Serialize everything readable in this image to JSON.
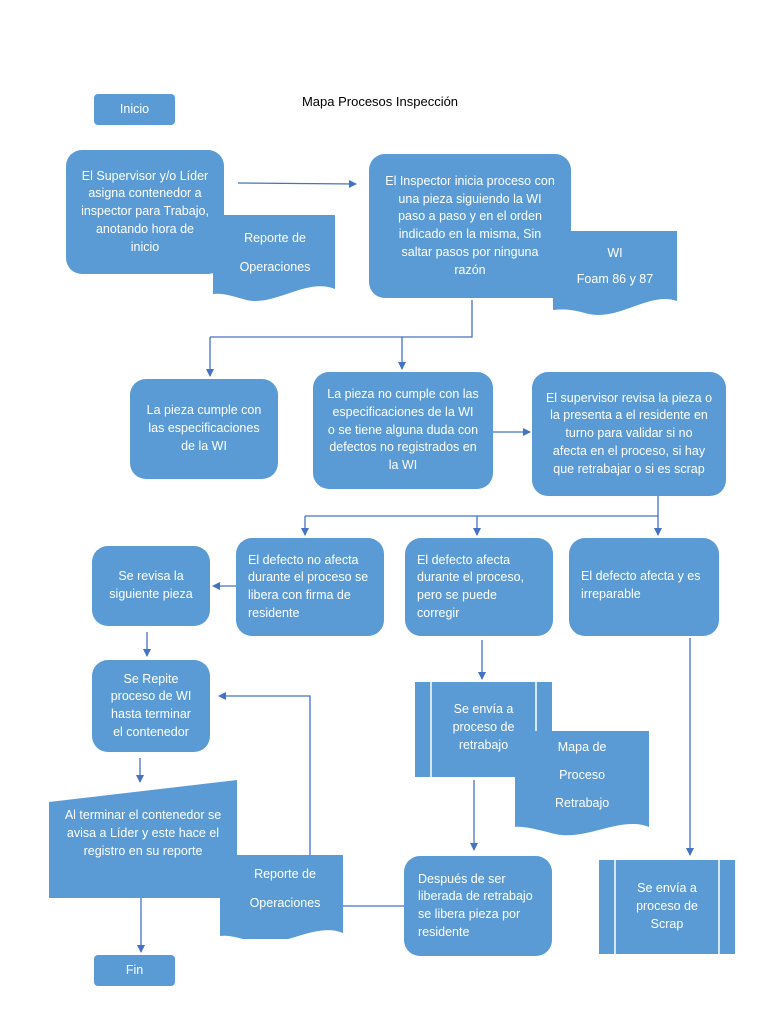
{
  "diagram": {
    "title": "Mapa Procesos Inspección",
    "nodes": {
      "start": "Inicio",
      "assign": "El Supervisor y/o Líder\nasigna contenedor a\ninspector para Trabajo,\nanotando hora de\ninicio",
      "report_1": "Reporte de\nOperaciones",
      "inspect": "El Inspector inicia proceso con\nuna pieza siguiendo la WI\npaso a paso y en el orden\nindicado en la misma, Sin\nsaltar pasos por ninguna\nrazón",
      "wi_doc": "WI\nFoam 86 y 87",
      "part_ok": "La pieza cumple con\nlas especificaciones\nde la WI",
      "part_not_ok": "La pieza no cumple con las\nespecificaciones de la WI\no se tiene alguna duda con\ndefectos no registrados en\nla WI",
      "supervisor_review": "El supervisor revisa la pieza o\nla presenta a el residente en\nturno para validar si no\nafecta en el proceso, si hay\nque retrabajar o si es scrap",
      "next_part": "Se revisa la\nsiguiente pieza",
      "defect_no_effect": "El defecto no afecta\ndurante el proceso se\nlibera con firma de\nresidente",
      "defect_fixable": "El defecto afecta\ndurante el proceso,\npero se puede\ncorregir",
      "defect_irreparable": "El defecto afecta y es\nirreparable",
      "repeat": "Se Repite\nproceso de WI\nhasta terminar\nel contenedor",
      "rework_process": "Se envía a\nproceso de\nretrabajo",
      "rework_map": "Mapa de\nProceso\nRetrabajo",
      "finish_container": "Al terminar el contenedor se\navisa a Líder y este hace el\nregistro en su reporte",
      "report_2": "Reporte de\nOperaciones",
      "after_rework": "Después de ser\nliberada de retrabajo\nse libera pieza por\nresidente",
      "scrap_process": "Se envía a\nproceso de\nScrap",
      "end": "Fin"
    },
    "colors": {
      "fill": "#5b9bd5",
      "connector": "#4472c4",
      "text": "#ffffff",
      "divider": "#ffffff"
    }
  }
}
